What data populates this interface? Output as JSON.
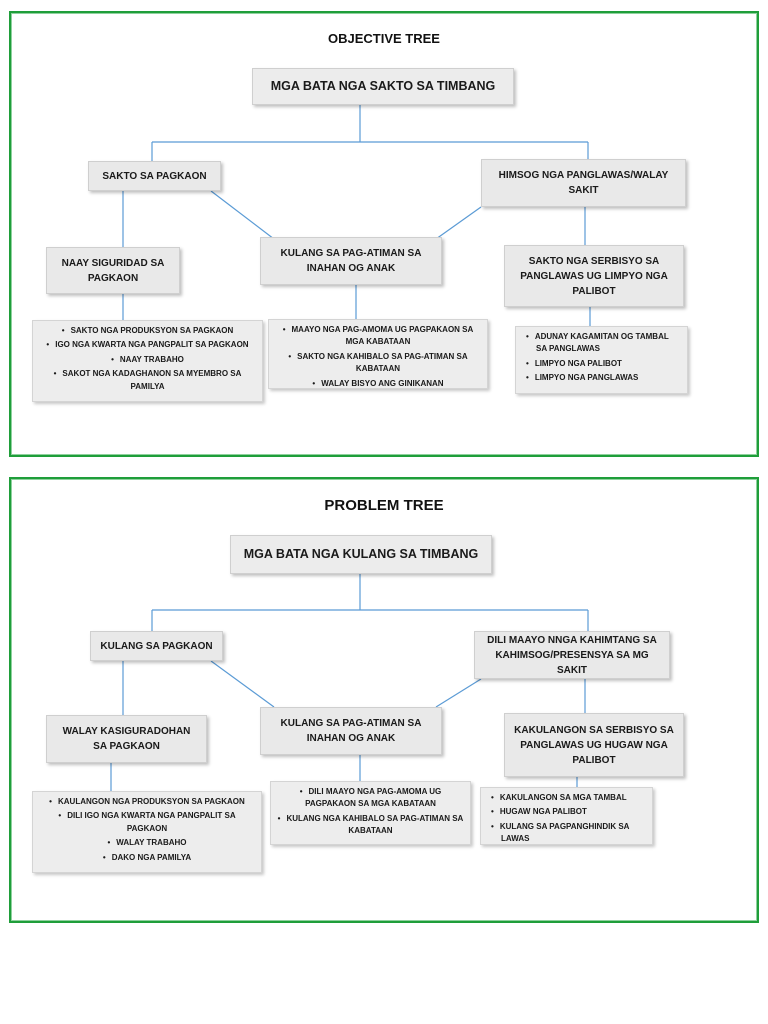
{
  "objective": {
    "title": "OBJECTIVE TREE",
    "root": "MGA BATA NGA SAKTO SA TIMBANG",
    "left": "SAKTO SA PAGKAON",
    "right": "HIMSOG NGA PANGLAWAS/WALAY SAKIT",
    "child_left": "NAAY SIGURIDAD SA PAGKAON",
    "child_center": "KULANG SA PAG-ATIMAN SA INAHAN OG ANAK",
    "child_right": "SAKTO NGA SERBISYO SA PANGLAWAS UG LIMPYO NGA PALIBOT",
    "list_left": [
      "SAKTO NGA PRODUKSYON SA PAGKAON",
      "IGO NGA KWARTA NGA PANGPALIT SA PAGKAON",
      "NAAY TRABAHO",
      "SAKOT NGA KADAGHANON SA MYEMBRO SA PAMILYA"
    ],
    "list_center": [
      "MAAYO NGA PAG-AMOMA UG PAGPAKAON SA MGA KABATAAN",
      "SAKTO NGA KAHIBALO SA PAG-ATIMAN SA KABATAAN",
      "WALAY BISYO ANG GINIKANAN"
    ],
    "list_right": [
      "ADUNAY KAGAMITAN OG TAMBAL SA PANGLAWAS",
      "LIMPYO NGA PALIBOT",
      "LIMPYO NGA PANGLAWAS"
    ]
  },
  "problem": {
    "title": "PROBLEM TREE",
    "root": "MGA BATA NGA KULANG SA TIMBANG",
    "left": "KULANG SA PAGKAON",
    "right": "DILI MAAYO NNGA KAHIMTANG SA KAHIMSOG/PRESENSYA SA MG SAKIT",
    "child_left": "WALAY KASIGURADOHAN SA PAGKAON",
    "child_center": "KULANG SA PAG-ATIMAN SA INAHAN OG ANAK",
    "child_right": "KAKULANGON SA SERBISYO SA PANGLAWAS UG HUGAW NGA PALIBOT",
    "list_left": [
      "KAULANGON NGA PRODUKSYON SA PAGKAON",
      "DILI IGO NGA KWARTA NGA PANGPALIT SA PAGKAON",
      "WALAY TRABAHO",
      "DAKO NGA PAMILYA"
    ],
    "list_center": [
      "DILI MAAYO NGA PAG-AMOMA UG PAGPAKAON SA MGA KABATAAN",
      "KULANG NGA KAHIBALO SA PAG-ATIMAN SA KABATAAN"
    ],
    "list_right": [
      "KAKULANGON SA MGA TAMBAL",
      "HUGAW NGA PALIBOT",
      "KULANG SA PAGPANGHINDIK SA LAWAS"
    ]
  }
}
